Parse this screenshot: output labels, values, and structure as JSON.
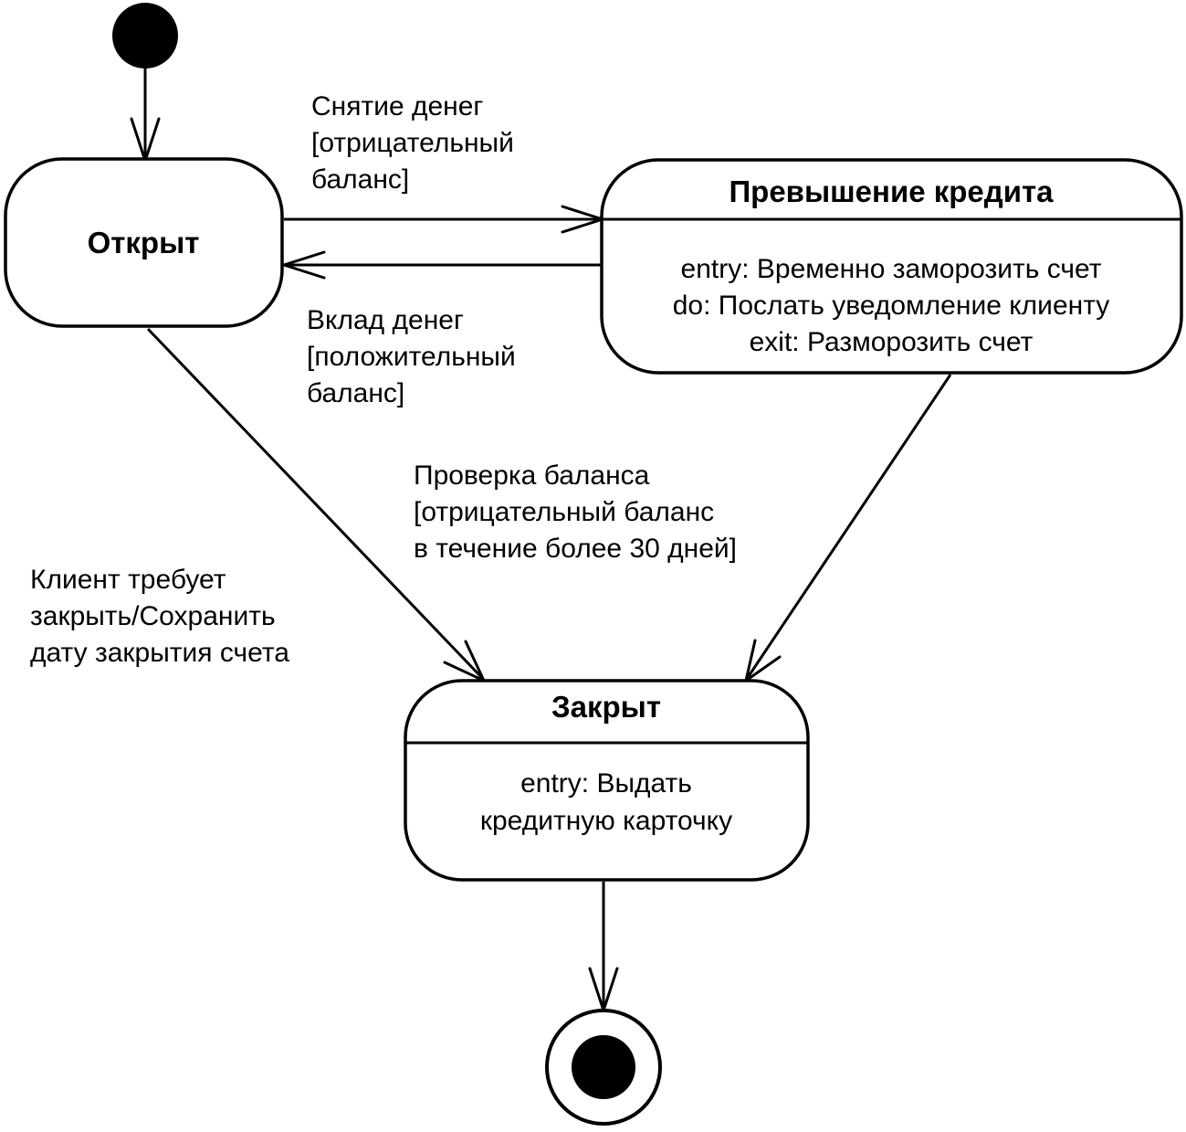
{
  "states": {
    "open": {
      "name": "Открыт"
    },
    "overdraft": {
      "name": "Превышение кредита",
      "activities": [
        "entry: Временно заморозить счет",
        "do: Послать уведомление клиенту",
        "exit: Разморозить счет"
      ]
    },
    "closed": {
      "name": "Закрыт",
      "activities": [
        "entry: Выдать",
        "кредитную карточку"
      ]
    }
  },
  "transitions": {
    "withdrawal": [
      "Снятие денег",
      "[отрицательный",
      "баланс]"
    ],
    "deposit": [
      "Вклад денег",
      "[положительный",
      "баланс]"
    ],
    "balance_check": [
      "Проверка баланса",
      "[отрицательный баланс",
      "в течение более 30 дней]"
    ],
    "client_close": [
      "Клиент требует",
      "закрыть/Сохранить",
      "дату закрытия счета"
    ]
  }
}
